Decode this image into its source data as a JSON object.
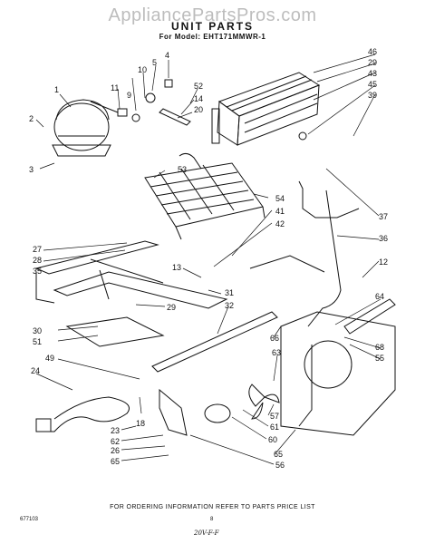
{
  "watermark": "AppliancePartsPros.com",
  "title": "UNIT PARTS",
  "model": "For Model: EHT171MMWR-1",
  "footer": "FOR ORDERING INFORMATION REFER TO PARTS PRICE LIST",
  "code": "677103",
  "page": "8",
  "signature": "20V-F-F",
  "callouts": [
    "1",
    "2",
    "3",
    "4",
    "5",
    "9",
    "10",
    "11",
    "14",
    "20",
    "52",
    "53",
    "54",
    "41",
    "42",
    "13",
    "31",
    "27",
    "28",
    "35",
    "30",
    "51",
    "29",
    "32",
    "49",
    "24",
    "18",
    "23",
    "62",
    "26",
    "65",
    "56",
    "60",
    "61",
    "57",
    "63",
    "66",
    "64",
    "68",
    "55",
    "46",
    "29",
    "43",
    "45",
    "39",
    "37",
    "36",
    "12"
  ]
}
